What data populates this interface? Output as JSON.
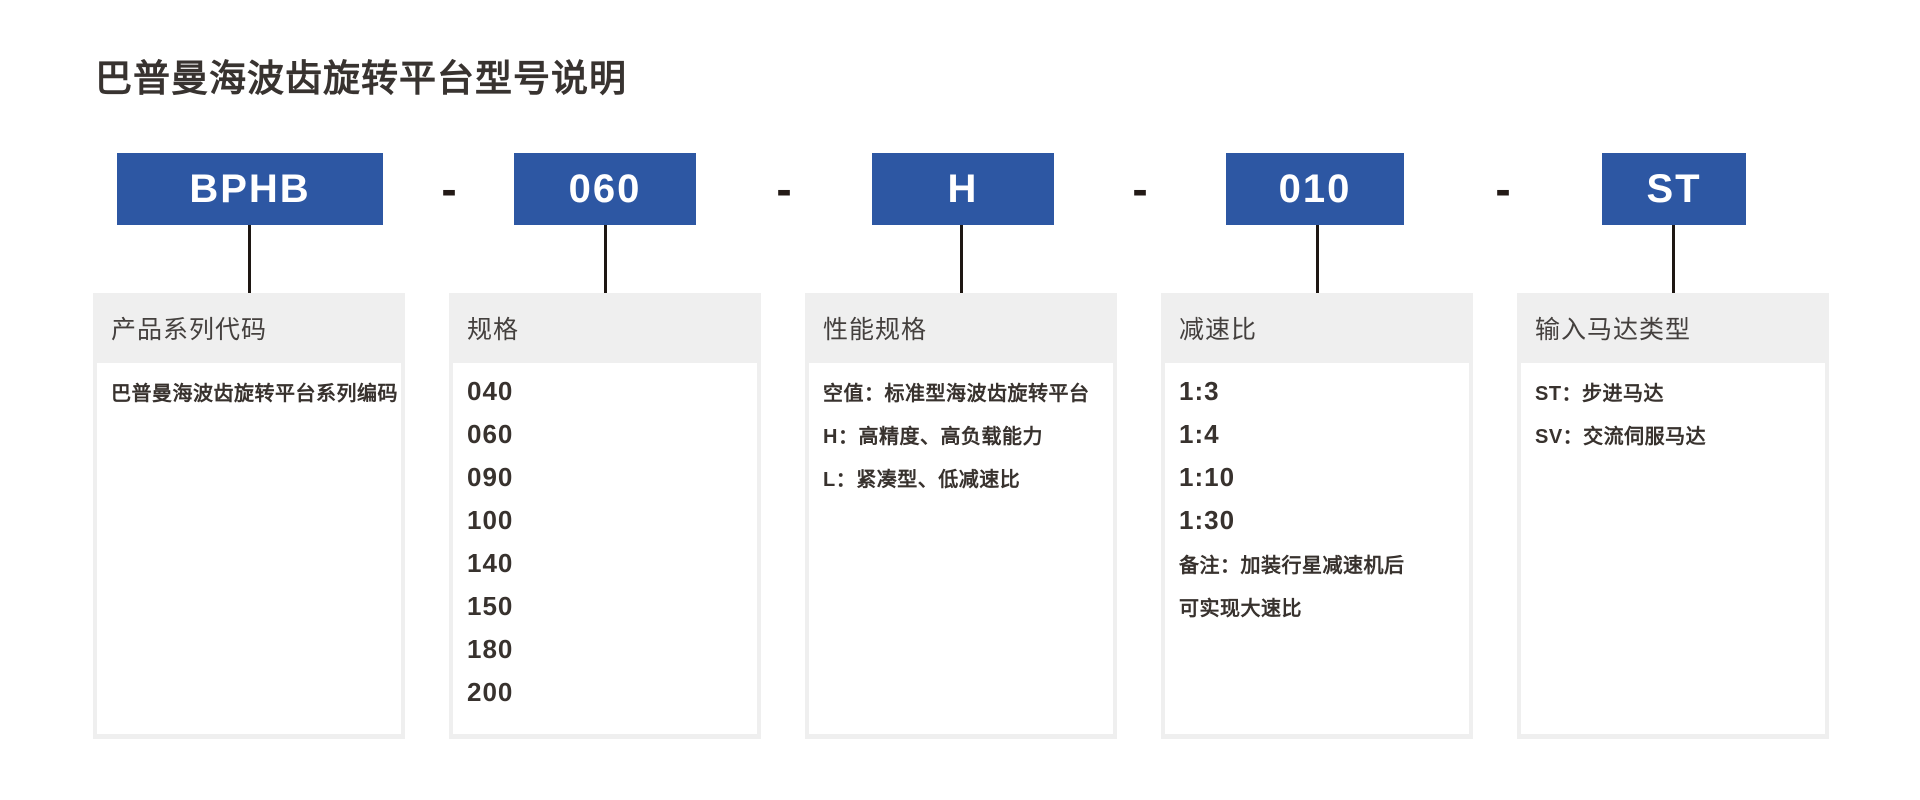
{
  "title": "巴普曼海波齿旋转平台型号说明",
  "model": {
    "separator": "-",
    "segments": [
      "BPHB",
      "060",
      "H",
      "010",
      "ST"
    ]
  },
  "cards": [
    {
      "header": "产品系列代码",
      "lines": [
        "巴普曼海波齿旋转平台系列编码"
      ]
    },
    {
      "header": "规格",
      "lines": [
        "040",
        "060",
        "090",
        "100",
        "140",
        "150",
        "180",
        "200"
      ]
    },
    {
      "header": "性能规格",
      "lines": [
        "空值：标准型海波齿旋转平台",
        "H：高精度、高负载能力",
        "L：紧凑型、低减速比"
      ]
    },
    {
      "header": "减速比",
      "lines": [
        "1:3",
        "1:4",
        "1:10",
        "1:30",
        "备注：加装行星减速机后",
        "可实现大速比"
      ]
    },
    {
      "header": "输入马达类型",
      "lines": [
        "ST：步进马达",
        "SV：交流伺服马达"
      ]
    }
  ],
  "colors": {
    "accent_blue": "#2d57a3",
    "panel_gray": "#efefef",
    "body_text": "#38322e",
    "header_text": "#44403e",
    "connector_black": "#1e1713"
  }
}
